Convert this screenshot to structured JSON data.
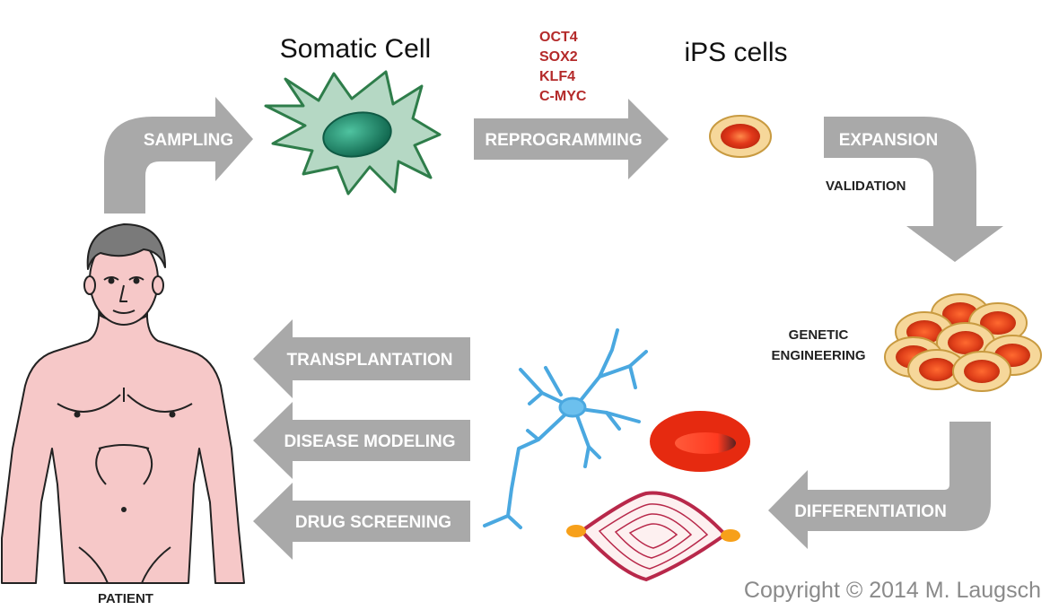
{
  "titles": {
    "somatic_cell": "Somatic Cell",
    "ips_cells": "iPS cells"
  },
  "factors": [
    "OCT4",
    "SOX2",
    "KLF4",
    "C-MYC"
  ],
  "arrows": {
    "sampling": "SAMPLING",
    "reprogramming": "REPROGRAMMING",
    "expansion": "EXPANSION",
    "differentiation": "DIFFERENTIATION",
    "transplantation": "TRANSPLANTATION",
    "disease_modeling": "DISEASE MODELING",
    "drug_screening": "DRUG SCREENING"
  },
  "labels": {
    "validation": "VALIDATION",
    "genetic_engineering_line1": "GENETIC",
    "genetic_engineering_line2": "ENGINEERING",
    "patient": "PATIENT"
  },
  "copyright": "Copyright © 2014 M. Laugsch",
  "colors": {
    "arrow": "#a9a9a9",
    "somatic_cell_fill": "#b5d8c4",
    "somatic_cell_outline": "#2e7d4a",
    "nucleus": "#1f8a6a",
    "ips_outer": "#f6d79a",
    "ips_inner": "#e03010",
    "neuron": "#4aa8e0",
    "skin": "#f6c8c8",
    "factor_text": "#b42a2a"
  }
}
